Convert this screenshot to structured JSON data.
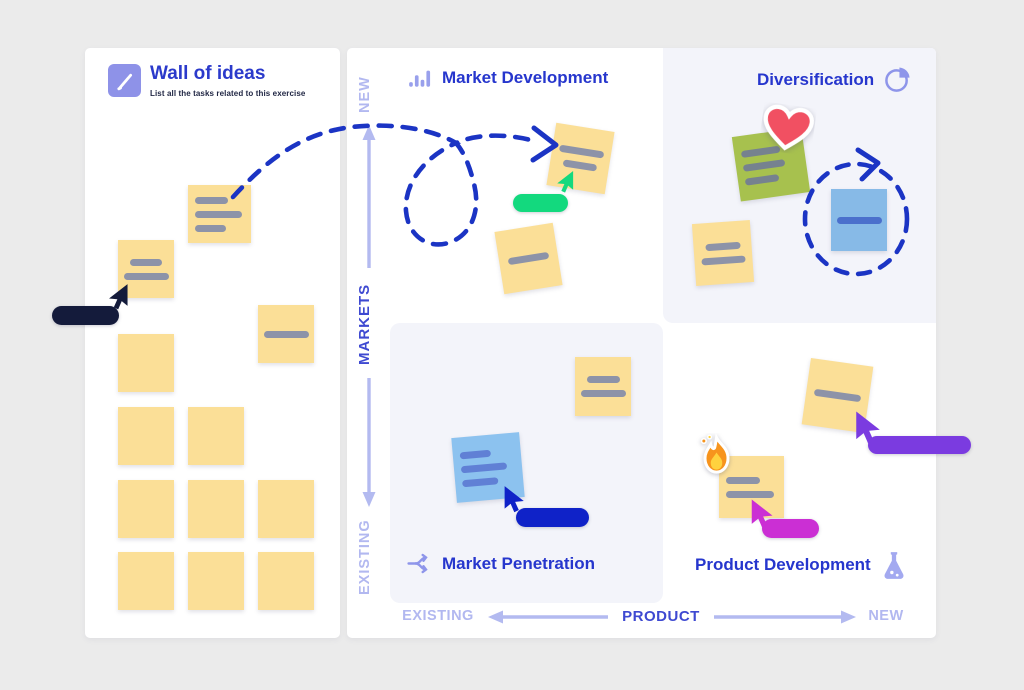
{
  "wall_panel": {
    "title": "Wall of ideas",
    "subtitle": "List all the tasks related to this exercise"
  },
  "quadrants": {
    "market_development": {
      "label": "Market Development"
    },
    "diversification": {
      "label": "Diversification"
    },
    "market_penetration": {
      "label": "Market Penetration"
    },
    "product_development": {
      "label": "Product Development"
    }
  },
  "axes": {
    "vertical": {
      "name": "MARKETS",
      "top": "NEW",
      "bottom": "EXISTING"
    },
    "horizontal": {
      "name": "PRODUCT",
      "left": "EXISTING",
      "right": "NEW"
    }
  },
  "icons": {
    "wall_panel": "pencil-icon",
    "market_development": "bar-chart-icon",
    "diversification": "pie-chart-icon",
    "market_penetration": "branch-arrows-icon",
    "product_development": "flask-icon",
    "stickers": [
      "heart-sticker",
      "fire-sticker"
    ],
    "cursors": "cursor-pointer-icon"
  },
  "colors": {
    "canvas_gray": "#ebebeb",
    "board_white": "#ffffff",
    "quadrant_lavender": "#f3f4fa",
    "title_blue": "#2636cd",
    "axis_light": "#b2b8f0",
    "axis_dark": "#3e49d1",
    "icon_purple": "#8e95ea",
    "sticky_yellow": "#fbdf97",
    "sticky_green": "#a7c14e",
    "sticky_blue_light": "#87bae7",
    "sticky_blue": "#8cc2ef",
    "note_line_gray": "#8d93a8",
    "dashed_blue": "#1b34c4",
    "cursor_navy": "#141b3b",
    "cursor_green": "#13d97e",
    "cursor_blue": "#0f22c8",
    "cursor_purple": "#7b3be0",
    "cursor_magenta": "#cb2fd4",
    "heart_red": "#f15062"
  }
}
